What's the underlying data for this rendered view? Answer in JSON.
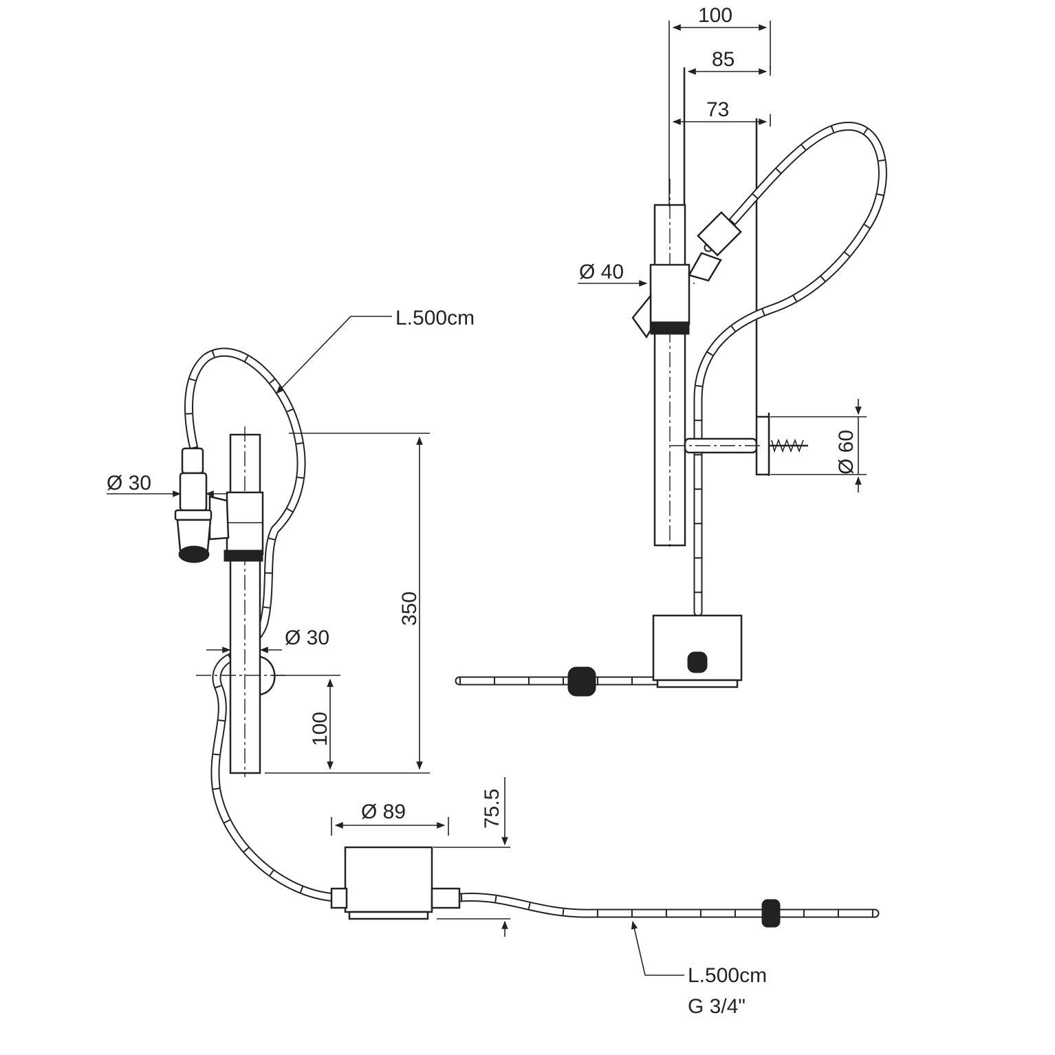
{
  "colors": {
    "line": "#222222",
    "background": "#ffffff"
  },
  "left_view": {
    "hose_label": "L.500cm",
    "nozzle_diameter": "Ø 30",
    "bar_diameter": "Ø 30",
    "bar_height": "350",
    "lower_height": "100",
    "base_diameter": "Ø 89",
    "base_height": "75.5",
    "supply_hose_label": "L.500cm",
    "thread_label": "G 3/4\""
  },
  "right_view": {
    "width_total": "100",
    "width_mid": "85",
    "width_inner": "73",
    "holder_diameter": "Ø 40",
    "bracket_diameter": "Ø 60"
  }
}
